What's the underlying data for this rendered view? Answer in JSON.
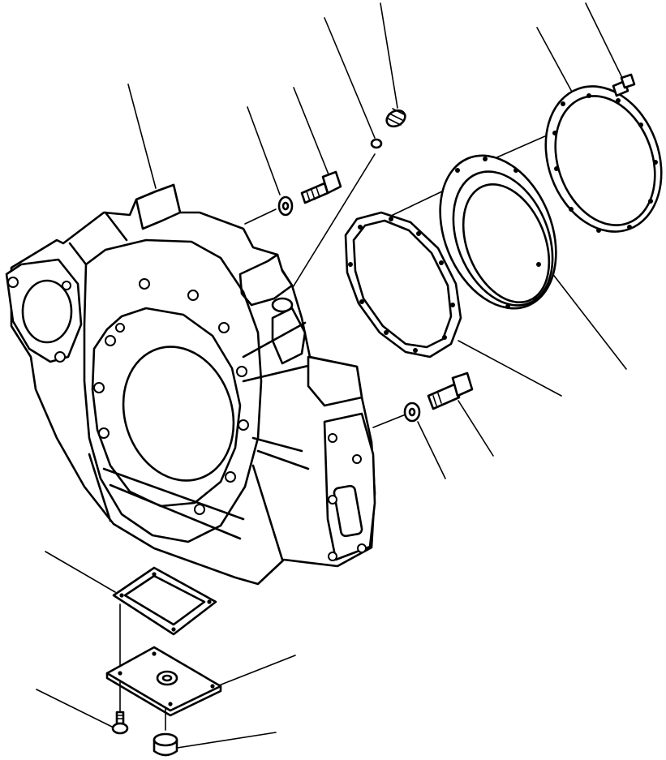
{
  "diagram": {
    "parts": [
      {
        "id": "flywheel-housing",
        "icon": "housing-icon"
      },
      {
        "id": "bolt",
        "icon": "bolt-icon"
      },
      {
        "id": "washer",
        "icon": "washer-icon"
      },
      {
        "id": "plug",
        "icon": "plug-icon"
      },
      {
        "id": "o-ring",
        "icon": "o-ring-icon"
      },
      {
        "id": "gasket",
        "icon": "gasket-icon"
      },
      {
        "id": "oil-seal",
        "icon": "oil-seal-icon"
      },
      {
        "id": "seal-gasket",
        "icon": "gasket-icon"
      },
      {
        "id": "screw",
        "icon": "screw-icon"
      },
      {
        "id": "cover-gasket",
        "icon": "gasket-icon"
      },
      {
        "id": "cover-plate",
        "icon": "cover-icon"
      },
      {
        "id": "cover-screw",
        "icon": "screw-icon"
      },
      {
        "id": "drain-plug",
        "icon": "plug-icon"
      }
    ]
  }
}
